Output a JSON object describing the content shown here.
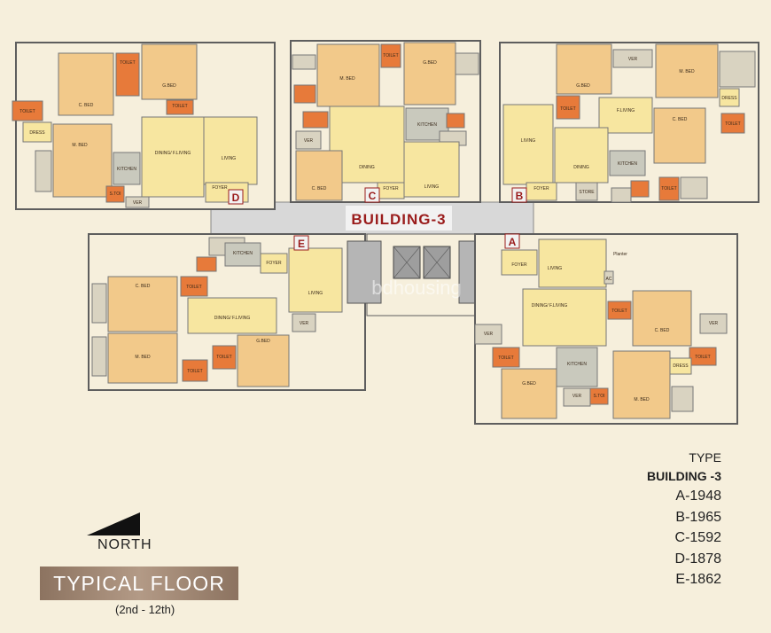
{
  "building_title": "BUILDING-3",
  "watermark": "bdhousing",
  "units": {
    "a": "A",
    "b": "B",
    "c": "C",
    "d": "D",
    "e": "E"
  },
  "rooms": {
    "toilet": "TOILET",
    "gbed": "G.BED",
    "cbed": "C. BED",
    "mbed": "M. BED",
    "dining_living": "DINING/ F.LIVING",
    "living": "LIVING",
    "kitchen": "KITCHEN",
    "foyer": "FOYER",
    "ver": "VER",
    "dress": "DRESS",
    "stoi": "S.TOI",
    "dining": "DINING",
    "f_living": "F.LIVING",
    "store": "STORE",
    "ac": "AC",
    "planter": "Planter"
  },
  "legend": {
    "heading": "TYPE",
    "building": "BUILDING -3",
    "items": [
      "A-1948",
      "B-1965",
      "C-1592",
      "D-1878",
      "E-1862"
    ]
  },
  "north_label": "NORTH",
  "floor_title": "TYPICAL FLOOR",
  "floor_subtitle": "(2nd - 12th)",
  "colors": {
    "background": "#f6efdc",
    "bedroom": "#f2c98a",
    "living": "#f7e6a0",
    "toilet": "#e77a3a",
    "kitchen": "#c9c9bd",
    "wall": "#6b6b6b",
    "accent": "#9a1c1c"
  }
}
